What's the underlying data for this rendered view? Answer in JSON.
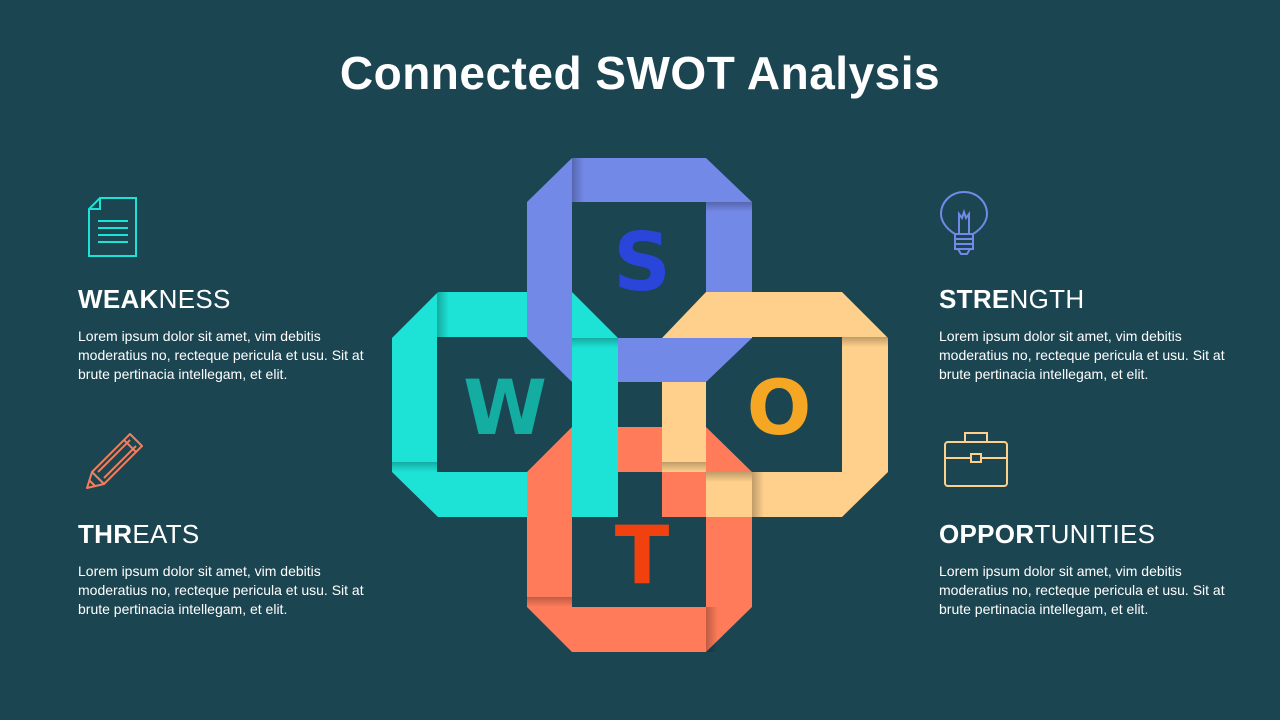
{
  "title": "Connected SWOT Analysis",
  "colors": {
    "background": "#1c4552",
    "strength": "#7389e8",
    "weakness": "#1de3d6",
    "opportunity": "#ffcf8c",
    "threat": "#ff7b5a"
  },
  "letters": {
    "s": "S",
    "w": "W",
    "o": "O",
    "t": "T"
  },
  "weakness": {
    "icon": "document-icon",
    "heading_bold": "WEAK",
    "heading_rest": "NESS",
    "text": "Lorem ipsum dolor sit amet, vim debitis moderatius no, recteque pericula et usu. Sit at brute pertinacia intellegam, et elit."
  },
  "threats": {
    "icon": "pencil-icon",
    "heading_bold": "THR",
    "heading_rest": "EATS",
    "text": "Lorem ipsum dolor sit amet, vim debitis moderatius no, recteque pericula et usu. Sit at brute pertinacia intellegam, et elit."
  },
  "strength": {
    "icon": "lightbulb-icon",
    "heading_bold": "STRE",
    "heading_rest": "NGTH",
    "text": "Lorem ipsum dolor sit amet, vim debitis moderatius no, recteque pericula et usu. Sit at brute pertinacia intellegam, et elit."
  },
  "opportunities": {
    "icon": "briefcase-icon",
    "heading_bold": "OPPOR",
    "heading_rest": "TUNITIES",
    "text": "Lorem ipsum dolor sit amet, vim debitis moderatius no, recteque pericula et usu. Sit at brute pertinacia intellegam, et elit."
  }
}
